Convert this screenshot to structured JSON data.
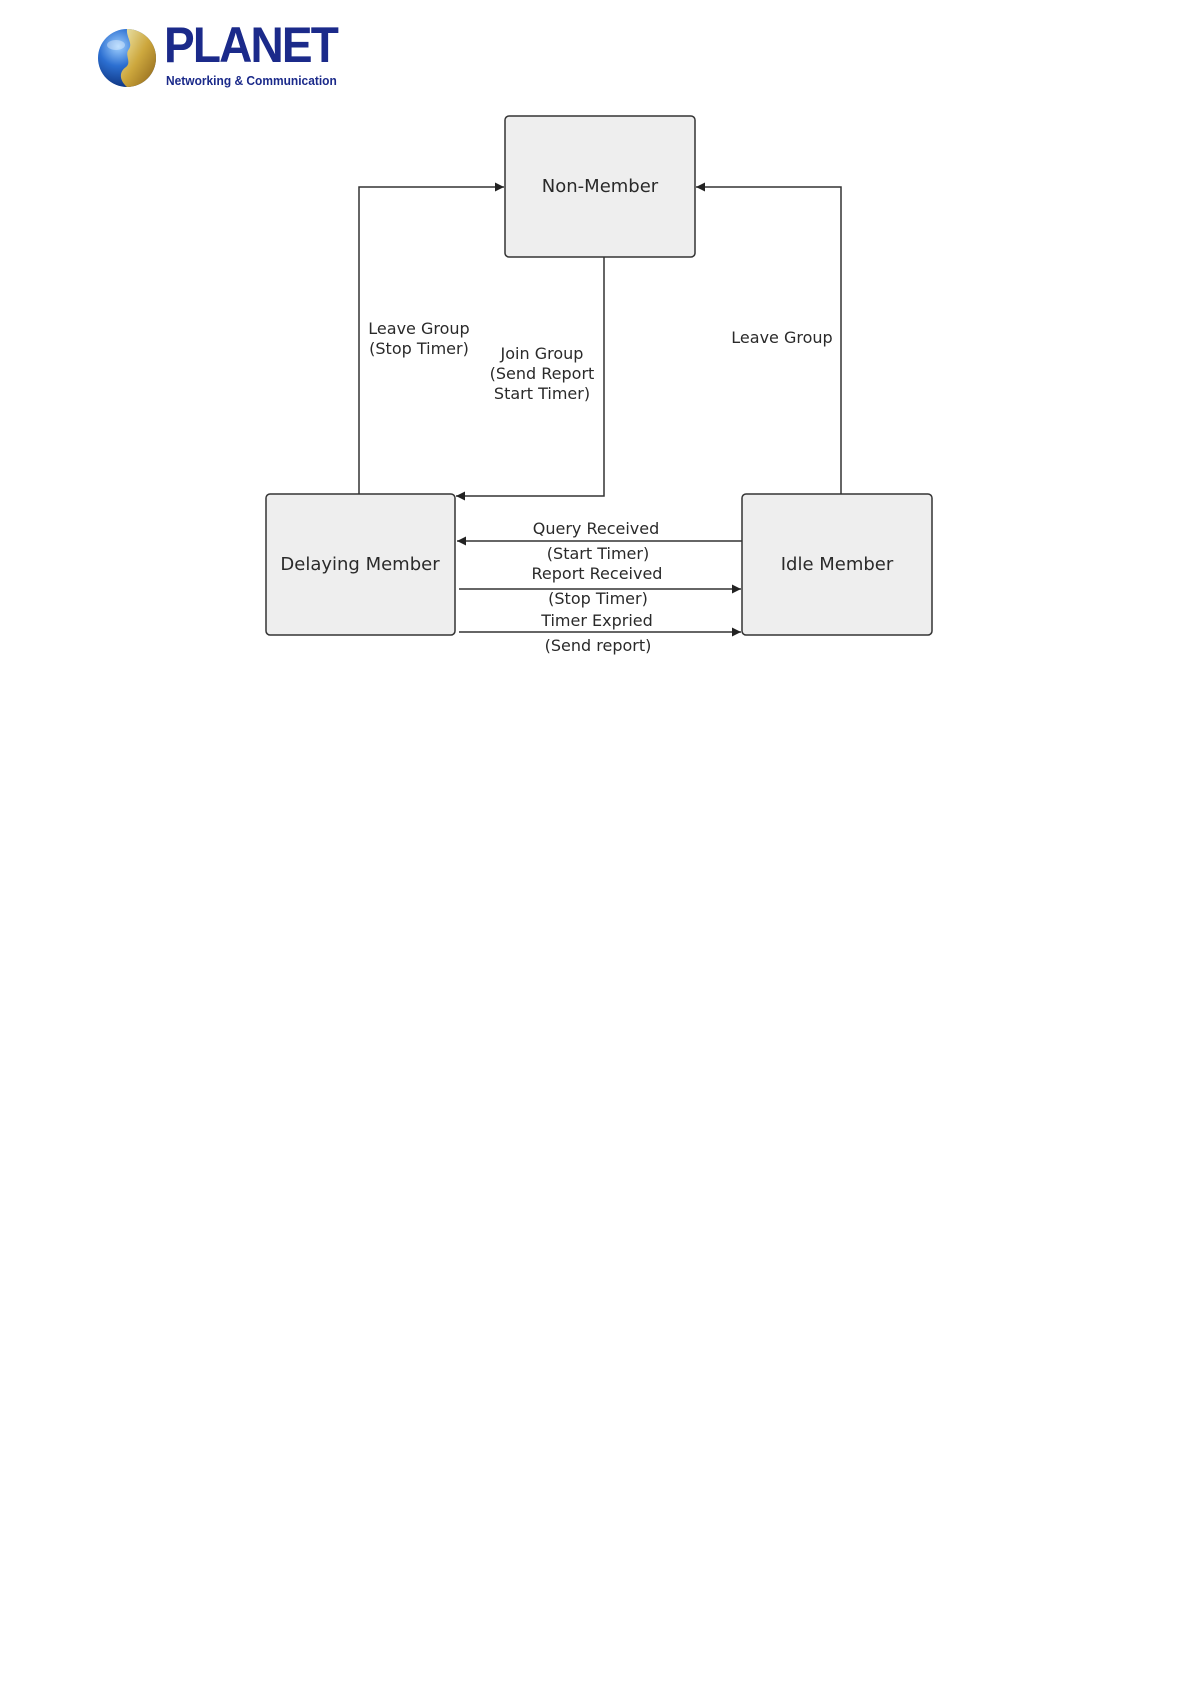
{
  "logo": {
    "brand": "PLANET",
    "tagline": "Networking & Communication"
  },
  "diagram": {
    "states": {
      "non_member": "Non-Member",
      "delaying_member": "Delaying Member",
      "idle_member": "Idle Member"
    },
    "transitions": {
      "leave_group_left": [
        "Leave Group",
        "(Stop Timer)"
      ],
      "join_group": [
        "Join Group",
        "(Send Report",
        "Start Timer)"
      ],
      "leave_group_right": "Leave Group",
      "query_received": [
        "Query Received",
        "(Start Timer)"
      ],
      "report_received": [
        "Report Received",
        "(Stop Timer)"
      ],
      "timer_expired": [
        "Timer Expried",
        "(Send report)"
      ]
    }
  },
  "colors": {
    "logo_blue": "#1b2a8a",
    "box_fill": "#eeeeee",
    "line": "#333333"
  }
}
